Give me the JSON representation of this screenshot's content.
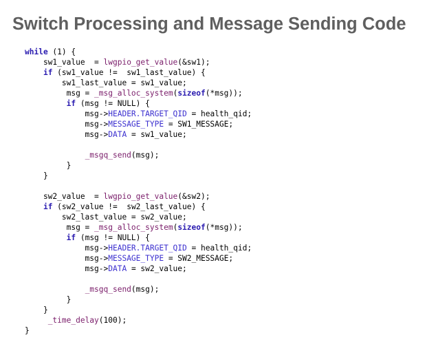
{
  "page": {
    "title": "Switch Processing and Message Sending Code"
  },
  "code": {
    "lines": [
      [
        {
          "t": "while",
          "k": "kw"
        },
        {
          "t": " (1) {"
        }
      ],
      [
        {
          "t": "    sw1_value  = "
        },
        {
          "t": "lwgpio_get_value",
          "k": "fn"
        },
        {
          "t": "(&sw1);"
        }
      ],
      [
        {
          "t": "    "
        },
        {
          "t": "if",
          "k": "kw"
        },
        {
          "t": " (sw1_value !=  sw1_last_value) {"
        }
      ],
      [
        {
          "t": "        sw1_last_value = sw1_value;"
        }
      ],
      [
        {
          "t": "         msg = "
        },
        {
          "t": "_msg_alloc_system",
          "k": "fn"
        },
        {
          "t": "("
        },
        {
          "t": "sizeof",
          "k": "kw"
        },
        {
          "t": "(*msg));"
        }
      ],
      [
        {
          "t": "         "
        },
        {
          "t": "if",
          "k": "kw"
        },
        {
          "t": " (msg != NULL) {"
        }
      ],
      [
        {
          "t": "             msg->"
        },
        {
          "t": "HEADER.TARGET_QID",
          "k": "mb"
        },
        {
          "t": " = health_qid;"
        }
      ],
      [
        {
          "t": "             msg->"
        },
        {
          "t": "MESSAGE_TYPE",
          "k": "mb"
        },
        {
          "t": " = SW1_MESSAGE;"
        }
      ],
      [
        {
          "t": "             msg->"
        },
        {
          "t": "DATA",
          "k": "mb"
        },
        {
          "t": " = sw1_value;"
        }
      ],
      [
        {
          "t": ""
        }
      ],
      [
        {
          "t": "             "
        },
        {
          "t": "_msgq_send",
          "k": "fn"
        },
        {
          "t": "(msg);"
        }
      ],
      [
        {
          "t": "         }"
        }
      ],
      [
        {
          "t": "    }"
        }
      ],
      [
        {
          "t": ""
        }
      ],
      [
        {
          "t": "    sw2_value  = "
        },
        {
          "t": "lwgpio_get_value",
          "k": "fn"
        },
        {
          "t": "(&sw2);"
        }
      ],
      [
        {
          "t": "    "
        },
        {
          "t": "if",
          "k": "kw"
        },
        {
          "t": " (sw2_value !=  sw2_last_value) {"
        }
      ],
      [
        {
          "t": "        sw2_last_value = sw2_value;"
        }
      ],
      [
        {
          "t": "         msg = "
        },
        {
          "t": "_msg_alloc_system",
          "k": "fn"
        },
        {
          "t": "("
        },
        {
          "t": "sizeof",
          "k": "kw"
        },
        {
          "t": "(*msg));"
        }
      ],
      [
        {
          "t": "         "
        },
        {
          "t": "if",
          "k": "kw"
        },
        {
          "t": " (msg != NULL) {"
        }
      ],
      [
        {
          "t": "             msg->"
        },
        {
          "t": "HEADER.TARGET_QID",
          "k": "mb"
        },
        {
          "t": " = health_qid;"
        }
      ],
      [
        {
          "t": "             msg->"
        },
        {
          "t": "MESSAGE_TYPE",
          "k": "mb"
        },
        {
          "t": " = SW2_MESSAGE;"
        }
      ],
      [
        {
          "t": "             msg->"
        },
        {
          "t": "DATA",
          "k": "mb"
        },
        {
          "t": " = sw2_value;"
        }
      ],
      [
        {
          "t": ""
        }
      ],
      [
        {
          "t": "             "
        },
        {
          "t": "_msgq_send",
          "k": "fn"
        },
        {
          "t": "(msg);"
        }
      ],
      [
        {
          "t": "         }"
        }
      ],
      [
        {
          "t": "    }"
        }
      ],
      [
        {
          "t": "     "
        },
        {
          "t": "_time_delay",
          "k": "fn"
        },
        {
          "t": "(100);"
        }
      ],
      [
        {
          "t": "}"
        }
      ]
    ]
  },
  "colors": {
    "title": "#5f5f5f",
    "keyword": "#2a1bb0",
    "function": "#7a1d6a",
    "member": "#3b2fcf",
    "text": "#000000"
  }
}
